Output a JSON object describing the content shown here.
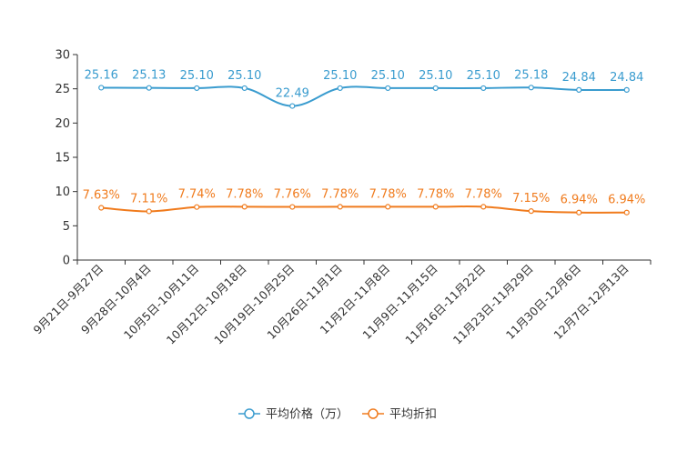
{
  "chart_data": {
    "type": "line",
    "categories": [
      "9月21日-9月27日",
      "9月28日-10月4日",
      "10月5日-10月11日",
      "10月12日-10月18日",
      "10月19日-10月25日",
      "10月26日-11月1日",
      "11月2日-11月8日",
      "11月9日-11月15日",
      "11月16日-11月22日",
      "11月23日-11月29日",
      "11月30日-12月6日",
      "12月7日-12月13日"
    ],
    "series": [
      {
        "name": "平均价格（万）",
        "color": "#3a9ccf",
        "values": [
          25.16,
          25.13,
          25.1,
          25.1,
          22.49,
          25.1,
          25.1,
          25.1,
          25.1,
          25.18,
          24.84,
          24.84
        ],
        "labels": [
          "25.16",
          "25.13",
          "25.10",
          "25.10",
          "22.49",
          "25.10",
          "25.10",
          "25.10",
          "25.10",
          "25.18",
          "24.84",
          "24.84"
        ]
      },
      {
        "name": "平均折扣",
        "color": "#f07b1d",
        "values": [
          7.63,
          7.11,
          7.74,
          7.78,
          7.76,
          7.78,
          7.78,
          7.78,
          7.78,
          7.15,
          6.94,
          6.94
        ],
        "labels": [
          "7.63%",
          "7.11%",
          "7.74%",
          "7.78%",
          "7.76%",
          "7.78%",
          "7.78%",
          "7.78%",
          "7.78%",
          "7.15%",
          "6.94%",
          "6.94%"
        ]
      }
    ],
    "ylim": [
      0,
      30
    ],
    "yticks": [
      "0",
      "5",
      "10",
      "15",
      "20",
      "25",
      "30"
    ],
    "grid": false,
    "legend_position": "bottom-center"
  }
}
